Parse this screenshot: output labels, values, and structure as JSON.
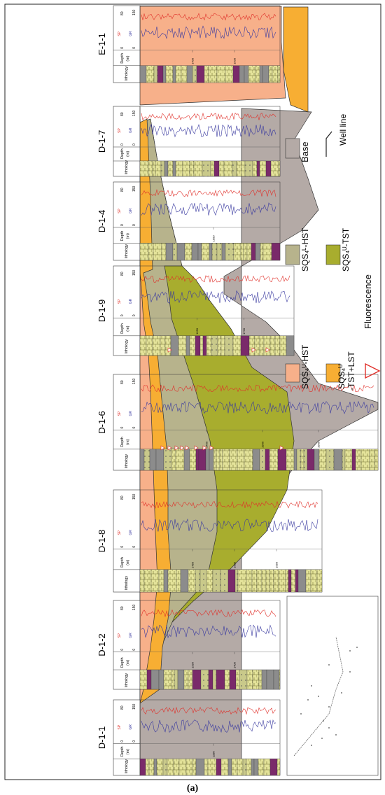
{
  "wells": [
    {
      "name": "D-1-1",
      "track_labels": {
        "lithology": "lithology",
        "depth": "Depth",
        "depth_unit": "(m)",
        "sp": "SP",
        "gr": "GR",
        "sp_min": "0",
        "sp_max": "80",
        "gr_min": "0",
        "gr_max": "150"
      },
      "depth_marks": [
        "1280"
      ]
    },
    {
      "name": "D-1-2",
      "track_labels": {
        "lithology": "lithology",
        "depth": "Depth",
        "depth_unit": "(m)",
        "sp": "SP",
        "gr": "GR",
        "sp_min": "0",
        "sp_max": "80",
        "gr_min": "0",
        "gr_max": "150"
      },
      "depth_marks": [
        "1330",
        "1400"
      ]
    },
    {
      "name": "D-1-8",
      "track_labels": {
        "lithology": "lithology",
        "depth": "Depth",
        "depth_unit": "(m)",
        "sp": "SP",
        "gr": "GR",
        "sp_min": "0",
        "sp_max": "80",
        "gr_min": "0",
        "gr_max": "150"
      },
      "depth_marks": [
        "1450",
        "1500",
        "1550"
      ]
    },
    {
      "name": "D-1-6",
      "track_labels": {
        "lithology": "lithology",
        "depth": "Depth",
        "depth_unit": "(m)",
        "sp": "SP",
        "gr": "GR",
        "sp_min": "0",
        "sp_max": "80",
        "gr_min": "0",
        "gr_max": "150"
      },
      "depth_marks": [
        "1400",
        "1500",
        "1600"
      ]
    },
    {
      "name": "D-1-9",
      "track_labels": {
        "lithology": "lithology",
        "depth": "Depth",
        "depth_unit": "(m)",
        "sp": "SP",
        "gr": "GR",
        "sp_min": "0",
        "sp_max": "80",
        "gr_min": "0",
        "gr_max": "150"
      },
      "depth_marks": [
        "1650",
        "1700"
      ]
    },
    {
      "name": "D-1-4",
      "track_labels": {
        "lithology": "lithology",
        "depth": "Depth",
        "depth_unit": "(m)",
        "sp": "SP",
        "gr": "GR",
        "sp_min": "0",
        "sp_max": "80",
        "gr_min": "0",
        "gr_max": "150"
      },
      "depth_marks": [
        "1550"
      ]
    },
    {
      "name": "D-1-7",
      "track_labels": {
        "lithology": "lithology",
        "depth": "Depth",
        "depth_unit": "(m)",
        "sp": "SP",
        "gr": "GR",
        "sp_min": "0",
        "sp_max": "80",
        "gr_min": "0",
        "gr_max": "150"
      },
      "depth_marks": []
    },
    {
      "name": "E-1-1",
      "track_labels": {
        "lithology": "lithology",
        "depth": "Depth",
        "depth_unit": "(m)",
        "sp": "SP",
        "gr": "GR",
        "sp_min": "0",
        "sp_max": "80",
        "gr_min": "0",
        "gr_max": "150"
      },
      "depth_marks": [
        "1400",
        "1500"
      ]
    }
  ],
  "legend": [
    {
      "key": "base",
      "label": "Base",
      "color": "#b4aaa6"
    },
    {
      "key": "well_line",
      "label": "Well line"
    },
    {
      "key": "sqs_l_hst",
      "label": "SQS₄ᴸ-HST",
      "color": "#b7b38c"
    },
    {
      "key": "sqs_u_tst",
      "label": "SQS₄ᵁ-TST",
      "color": "#a8ad2e"
    },
    {
      "key": "sqs_u_hst",
      "label": "SQS₄ᵁ-HST",
      "color": "#f7b08a"
    },
    {
      "key": "sqs_u_tst_lst_1",
      "label": "SQS₄ᵁ",
      "color": "#f7ae33"
    },
    {
      "key": "sqs_u_tst_lst_2",
      "label": "-TST+LST"
    },
    {
      "key": "fluorescence",
      "label": "Fluorescence",
      "color": "#e0302a"
    }
  ],
  "caption": "(a)",
  "colors": {
    "u_hst": "#f7b08a",
    "u_tst": "#f7ae33",
    "l_hst": "#b7b38c",
    "l_tst": "#a8ad2e",
    "base": "#b4aaa6",
    "lith_yellow": "#e4e39a",
    "lith_purple": "#7a2a6a",
    "sp_curve": "#e0302a",
    "gr_curve": "#3a3aa0"
  }
}
